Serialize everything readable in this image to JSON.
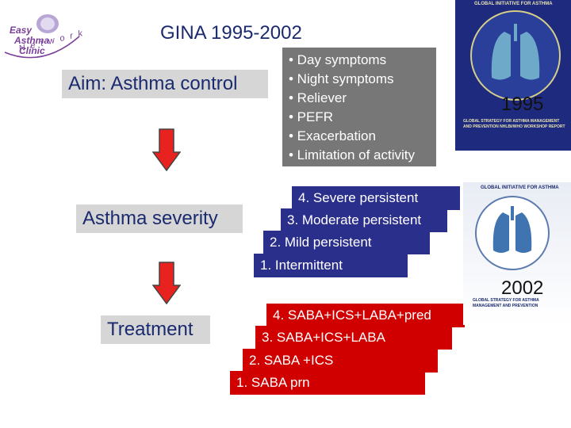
{
  "logo": {
    "line1": "Easy",
    "line2": "Asthma",
    "line3": "Clinic",
    "network": "Network"
  },
  "title": "GINA 1995-2002",
  "left_labels": {
    "aim": "Aim: Asthma control",
    "severity": "Asthma severity",
    "treatment": "Treatment"
  },
  "control_criteria": [
    "• Day symptoms",
    "• Night symptoms",
    "• Reliever",
    "• PEFR",
    "• Exacerbation",
    "• Limitation of activity"
  ],
  "severity_steps": [
    "4. Severe persistent",
    "3. Moderate persistent",
    "2. Mild persistent",
    "1. Intermittent"
  ],
  "treatment_steps": [
    "4. SABA+ICS+LABA+pred",
    "3. SABA+ICS+LABA",
    "2. SABA +ICS",
    "1. SABA prn"
  ],
  "covers": {
    "c1995": {
      "heading": "GLOBAL INITIATIVE FOR ASTHMA",
      "year": "1995",
      "report": "GLOBAL STRATEGY FOR ASTHMA MANAGEMENT AND PREVENTION NHLBI/WHO WORKSHOP REPORT"
    },
    "c2002": {
      "heading": "GLOBAL INITIATIVE FOR ASTHMA",
      "year": "2002",
      "report": "GLOBAL STRATEGY FOR ASTHMA MANAGEMENT AND PREVENTION"
    }
  },
  "colors": {
    "severity_fill": "#2b2f8c",
    "treatment_fill": "#d10000",
    "arrow_fill": "#e8221e",
    "label_bg": "#d6d6d6",
    "criteria_bg": "#777777"
  }
}
